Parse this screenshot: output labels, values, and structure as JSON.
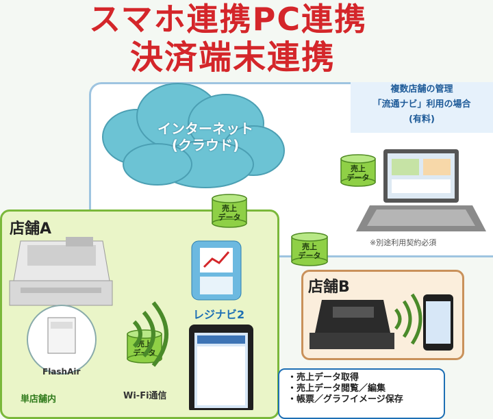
{
  "title": {
    "line1": "スマホ連携PC連携",
    "line2": "決済端末連携"
  },
  "cloud": {
    "line1": "インターネット",
    "line2": "(クラウド)"
  },
  "management_box": {
    "line1": "複数店舗の管理",
    "line2": "「流通ナビ」利用の場合",
    "line3": "(有料)"
  },
  "contract_note": "※別途利用契約必須",
  "sales_data": {
    "line1": "売上",
    "line2": "データ"
  },
  "store_a": {
    "label": "店舗A",
    "flashair": "FlashAir",
    "single_store": "単店舗内",
    "wifi_label": "Wi-Fi通信"
  },
  "store_b": {
    "label": "店舗B"
  },
  "regi_app": {
    "label": "レジナビ2"
  },
  "features": [
    "・売上データ取得",
    "・売上データ閲覧／編集",
    "・帳票／グラフイメージ保存"
  ],
  "colors": {
    "title_red": "#d4262a",
    "cloud": "#6cc3d4",
    "lightning": "#f2c21c",
    "db_green": "#8fd046",
    "store_a_border": "#7ab83a",
    "store_b_border": "#c9915a"
  }
}
